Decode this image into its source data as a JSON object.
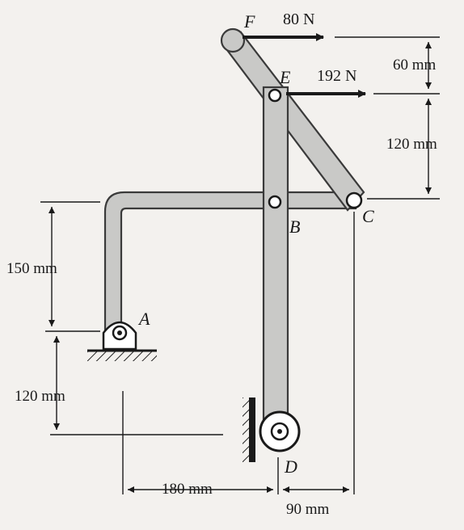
{
  "labels": {
    "A": "A",
    "B": "B",
    "C": "C",
    "D": "D",
    "E": "E",
    "F": "F"
  },
  "forces": {
    "F": "80 N",
    "E": "192 N"
  },
  "dimensions": {
    "FE": "60 mm",
    "EC": "120 mm",
    "BA": "150 mm",
    "AD": "120 mm",
    "AD_horizontal": "180 mm",
    "DC_horizontal": "90 mm"
  },
  "colors": {
    "member": "#c9c9c7",
    "outline": "#3a3a3a",
    "ink": "#1a1a1a"
  }
}
